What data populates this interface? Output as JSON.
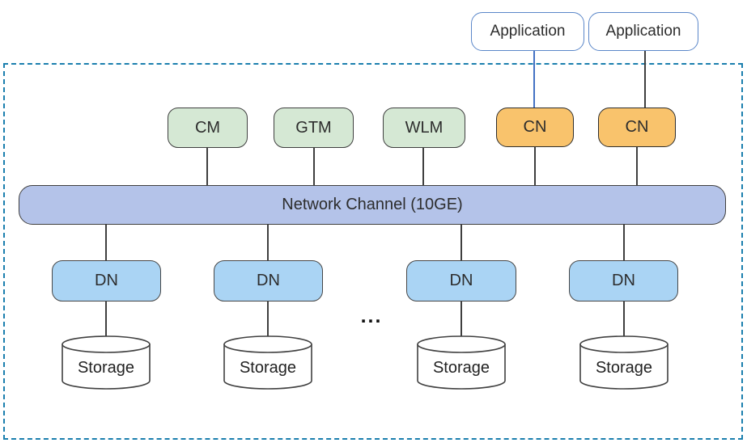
{
  "diagram": {
    "applications": [
      {
        "label": "Application"
      },
      {
        "label": "Application"
      }
    ],
    "management_nodes": [
      {
        "label": "CM"
      },
      {
        "label": "GTM"
      },
      {
        "label": "WLM"
      }
    ],
    "coordinator_nodes": [
      {
        "label": "CN"
      },
      {
        "label": "CN"
      }
    ],
    "network_channel": {
      "label": "Network Channel (10GE)"
    },
    "data_nodes": [
      {
        "label": "DN"
      },
      {
        "label": "DN"
      },
      {
        "label": "DN"
      },
      {
        "label": "DN"
      }
    ],
    "storage_nodes": [
      {
        "label": "Storage"
      },
      {
        "label": "Storage"
      },
      {
        "label": "Storage"
      },
      {
        "label": "Storage"
      }
    ],
    "ellipsis": "...",
    "colors": {
      "management_fill": "#d5e8d4",
      "coordinator_fill": "#f9c36c",
      "network_channel_fill": "#b4c3e9",
      "data_node_fill": "#aad4f4",
      "storage_fill": "#ffffff",
      "application_border": "#5b87c9",
      "cluster_dashed_border": "#1b7fae",
      "connector_line": "#3f3f3f",
      "application_connector_blue": "#4472c4"
    }
  }
}
